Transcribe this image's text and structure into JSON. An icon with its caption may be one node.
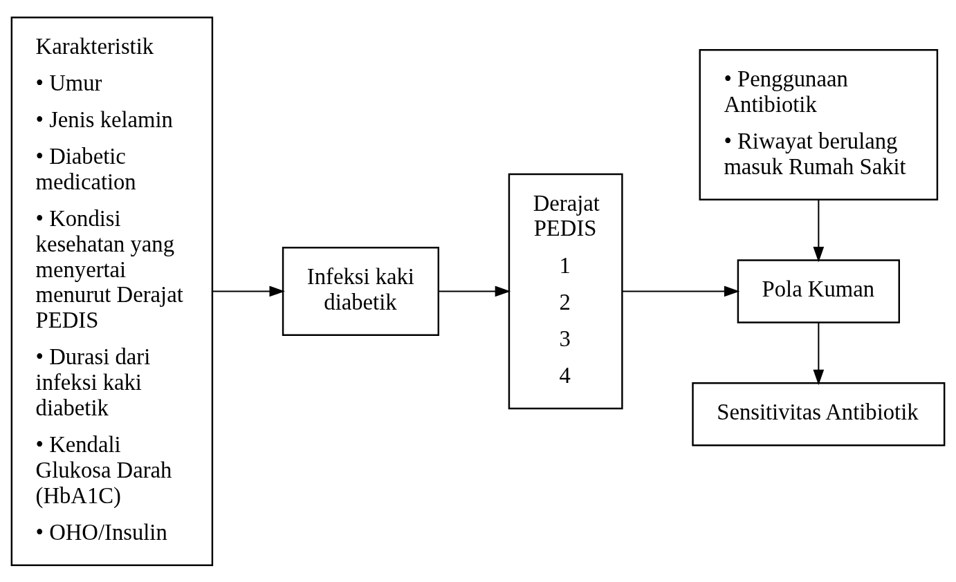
{
  "diagram": {
    "nodes": [
      {
        "text": [
          "Karakteristik",
          "• Umur",
          "• Jenis kelamin",
          "• Diabetic medication",
          "• Kondisi kesehatan yang menyertai menurut Derajat PEDIS",
          "• Durasi dari infeksi kaki diabetik",
          "• Kendali Glukosa Darah (HbA1C)",
          "• OHO/Insulin"
        ]
      },
      {
        "text": [
          "Infeksi kaki diabetik"
        ]
      },
      {
        "text": [
          "Derajat PEDIS",
          "1",
          "2",
          "3",
          "4"
        ]
      },
      {
        "text": [
          "• Penggunaan Antibiotik",
          "• Riwayat berulang masuk Rumah Sakit"
        ]
      },
      {
        "text": [
          "Pola Kuman"
        ]
      },
      {
        "text": [
          "Sensitivitas Antibiotik"
        ]
      }
    ],
    "edges": [
      {
        "from": 0,
        "to": 1,
        "arrow": "to"
      },
      {
        "from": 1,
        "to": 2,
        "arrow": "to"
      },
      {
        "from": 2,
        "to": 4,
        "arrow": "to"
      },
      {
        "from": 3,
        "to": 4,
        "arrow": "to"
      },
      {
        "from": 4,
        "to": 5,
        "arrow": "to"
      }
    ]
  }
}
